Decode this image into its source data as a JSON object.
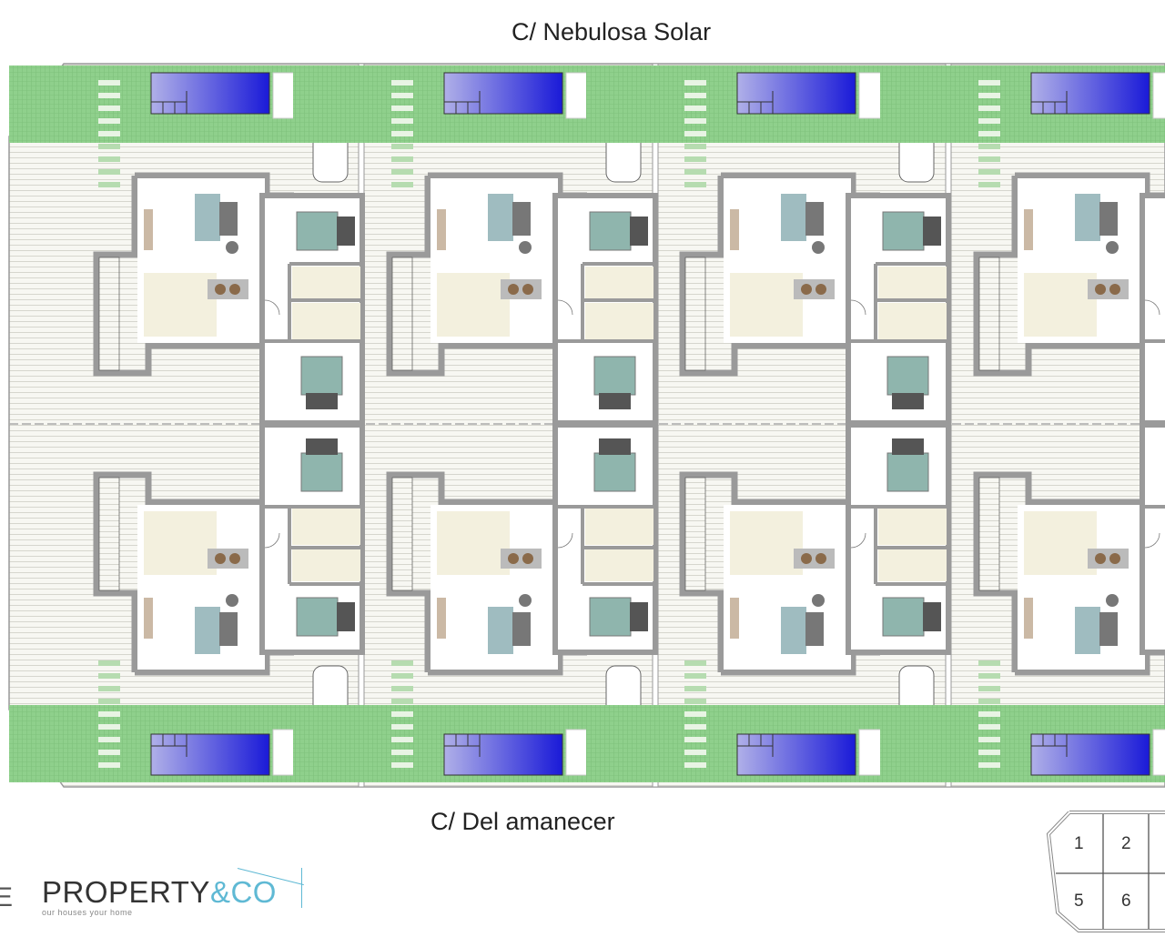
{
  "streets": {
    "top": "C/ Nebulosa Solar",
    "bottom": "C/ Del amanecer"
  },
  "left_fragment": "E",
  "logo": {
    "brand_main": "PROPERTY",
    "brand_accent": "&CO",
    "tagline": "our houses your home"
  },
  "key_plan": {
    "numbers": [
      "1",
      "2",
      "5",
      "6"
    ]
  },
  "colors": {
    "garden": "#8fd08c",
    "pool": "#2a2ad8",
    "wall": "#9a9a9a",
    "hatch": "#d8d8d0",
    "bed": "#8fb5ad",
    "accent": "#5fb9d4"
  }
}
